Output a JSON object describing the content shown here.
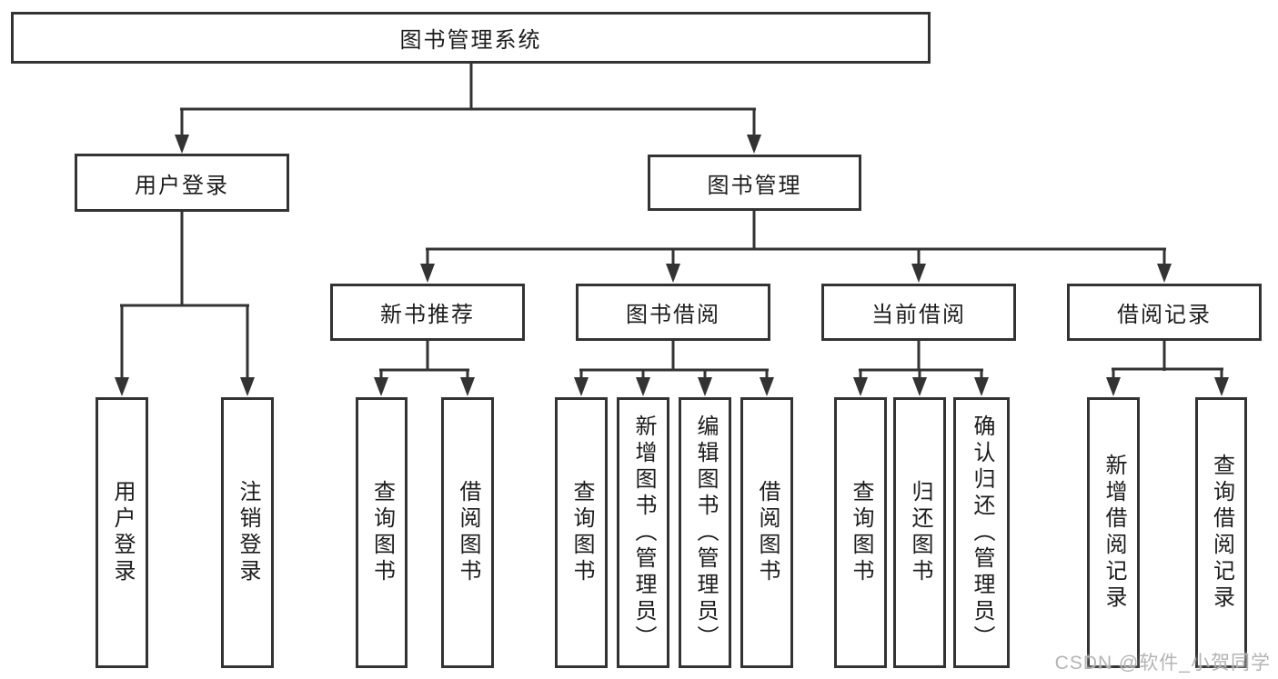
{
  "diagram_title": "图书管理系统",
  "tree": {
    "root": {
      "label": "图书管理系统",
      "children": [
        {
          "label": "用户登录",
          "children": [
            {
              "label": "用户登录"
            },
            {
              "label": "注销登录"
            }
          ]
        },
        {
          "label": "图书管理",
          "children": [
            {
              "label": "新书推荐",
              "children": [
                {
                  "label": "查询图书"
                },
                {
                  "label": "借阅图书"
                }
              ]
            },
            {
              "label": "图书借阅",
              "children": [
                {
                  "label": "查询图书"
                },
                {
                  "label": "新增图书（管理员）"
                },
                {
                  "label": "编辑图书（管理员）"
                },
                {
                  "label": "借阅图书"
                }
              ]
            },
            {
              "label": "当前借阅",
              "children": [
                {
                  "label": "查询图书"
                },
                {
                  "label": "归还图书"
                },
                {
                  "label": "确认归还（管理员）"
                }
              ]
            },
            {
              "label": "借阅记录",
              "children": [
                {
                  "label": "新增借阅记录"
                },
                {
                  "label": "查询借阅记录"
                }
              ]
            }
          ]
        }
      ]
    }
  },
  "watermark": {
    "text": "CSDN @软件_小贺同学"
  },
  "colors": {
    "line": "#333333",
    "border": "#333333",
    "text": "#1c1c1c",
    "watermark": "#b4b4b4",
    "background": "#ffffff"
  }
}
